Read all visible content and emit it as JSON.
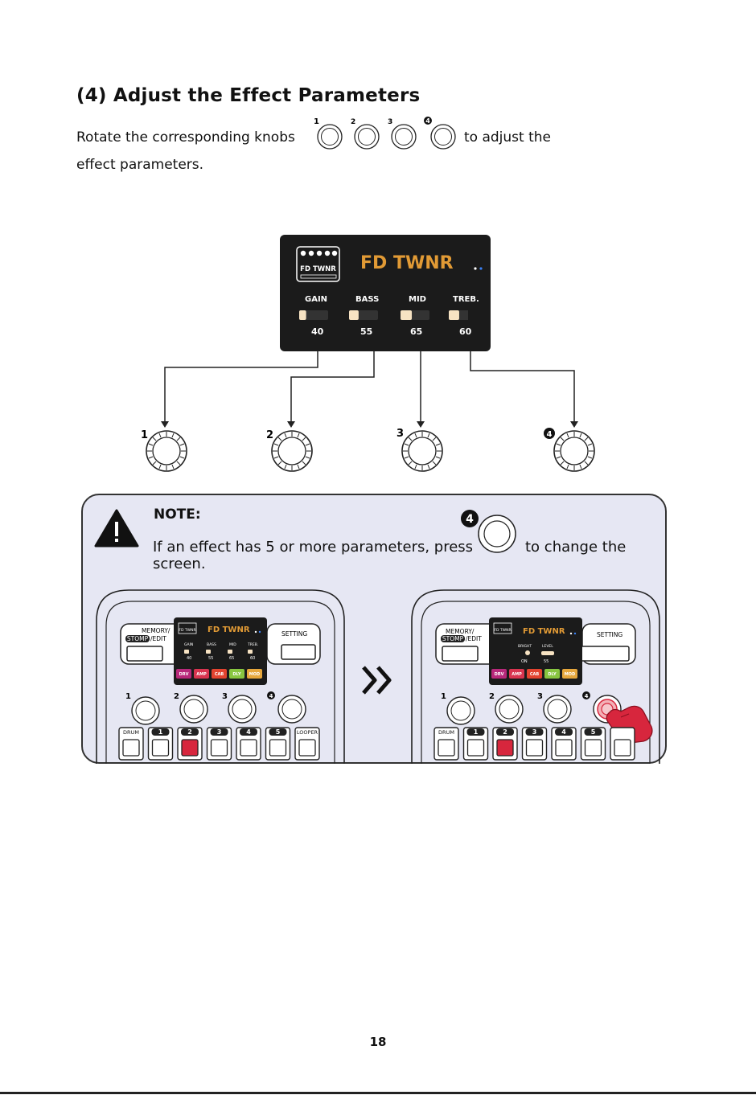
{
  "heading": "(4)  Adjust the Effect Parameters",
  "intro": {
    "before_knobs": "Rotate the corresponding knobs",
    "after_knobs": "to adjust the",
    "line2": "effect parameters.",
    "knob_labels": [
      "1",
      "2",
      "3",
      "4"
    ]
  },
  "display": {
    "effect_name": "FD TWNR",
    "icon_label": "FD TWNR",
    "params": [
      {
        "label": "GAIN",
        "value": "40"
      },
      {
        "label": "BASS",
        "value": "55"
      },
      {
        "label": "MID",
        "value": "65"
      },
      {
        "label": "TREB.",
        "value": "60"
      }
    ]
  },
  "knob_labels": [
    "1",
    "2",
    "3",
    "4"
  ],
  "note": {
    "title": "NOTE:",
    "line1_before": "If an effect has 5 or more parameters, press",
    "line1_after": "to change the",
    "line2": "screen.",
    "knob_label": "4"
  },
  "device_left": {
    "memory_label": "MEMORY/",
    "stomp_label": "STOMP",
    "edit_label": "/EDIT",
    "setting_label": "SETTING",
    "screen_name": "FD TWNR",
    "screen_icon": "FD TWNR",
    "params": [
      {
        "label": "GAIN",
        "value": "40"
      },
      {
        "label": "BASS",
        "value": "55"
      },
      {
        "label": "MID",
        "value": "65"
      },
      {
        "label": "TREB.",
        "value": "60"
      }
    ],
    "modules": [
      "DRV",
      "AMP",
      "CAB",
      "DLY",
      "MOD"
    ],
    "knob_labels": [
      "1",
      "2",
      "3",
      "4"
    ],
    "footswitches": [
      "DRUM",
      "1",
      "2",
      "3",
      "4",
      "5",
      "LOOPER"
    ]
  },
  "device_right": {
    "memory_label": "MEMORY/",
    "stomp_label": "STOMP",
    "edit_label": "/EDIT",
    "setting_label": "SETTING",
    "screen_name": "FD TWNR",
    "screen_icon": "FD TWNR",
    "params": [
      {
        "label": "BRIGHT",
        "value": "ON"
      },
      {
        "label": "LEVEL",
        "value": "55"
      }
    ],
    "modules": [
      "DRV",
      "AMP",
      "CAB",
      "DLY",
      "MOD"
    ],
    "knob_labels": [
      "1",
      "2",
      "3",
      "4"
    ],
    "footswitches": [
      "DRUM",
      "1",
      "2",
      "3",
      "4",
      "5"
    ]
  },
  "transition_symbol": "»",
  "page_number": "18",
  "colors": {
    "effect_title": "#e19a35",
    "lcd_background": "#1b1b1b",
    "slider_fill": "#f7e3c3",
    "note_background": "#e6e7f3",
    "active_footswitch": "#d7263d",
    "module_drv": "#b7287a",
    "module_amp": "#d8344f",
    "module_cab": "#e2432f",
    "module_dly": "#88c540",
    "module_mod": "#e7a73c"
  }
}
